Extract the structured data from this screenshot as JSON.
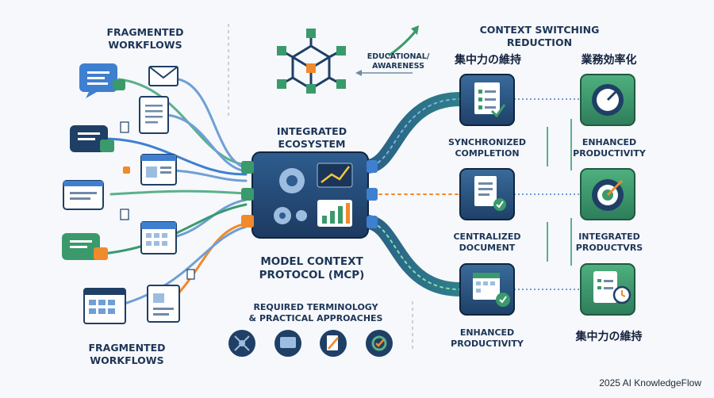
{
  "labels": {
    "fragmented_top": "FRAGMENTED\nWORKFLOWS",
    "fragmented_bottom": "FRAGMENTED\nWORKFLOWS",
    "integrated_ecosystem": "INTEGRATED\nECOSYSTEM",
    "educational_awareness": "EDUCATIONAL/\nAWARENESS",
    "mcp": "MODEL CONTEXT\nPROTOCOL (MCP)",
    "required_terminology": "REQUIRED TERMINOLOGY\n& PRACTICAL APPROACHES",
    "context_switching": "CONTEXT SWITCHING\nREDUCTION",
    "jp_focus_top": "集中力の維持",
    "jp_efficiency": "業務効率化",
    "synchronized_completion": "SYNCHRONIZED\nCOMPLETION",
    "enhanced_productivity_right": "ENHANCED\nPRODUCTIVITY",
    "centralized_document": "CENTRALIZED\nDOCUMENT",
    "integrated_productvrs": "INTEGRATED\nPRODUCTVRS",
    "enhanced_productivity_bottom": "ENHANCED\nPRODUCTIVITY",
    "jp_focus_bottom": "集中力の維持"
  },
  "footer": "2025 AI KnowledgeFlow",
  "colors": {
    "navy": "#1f3f66",
    "teal": "#2f7f8a",
    "green": "#3a9a6b",
    "orange": "#f08a2c",
    "blue": "#3f7fd0",
    "line_blue": "#6f9fd6",
    "line_green": "#5bb08a"
  },
  "icons": {
    "left_sources": [
      "chat-bubble-icon",
      "envelope-icon",
      "document-icon",
      "chat-bubble-icon",
      "browser-window-icon",
      "chat-bubble-icon",
      "calendar-icon",
      "chat-bubble-icon",
      "table-icon",
      "document-icon"
    ],
    "middle_outputs": [
      "checklist-icon",
      "document-check-icon",
      "calendar-check-icon"
    ],
    "right_outcomes": [
      "gauge-gear-icon",
      "target-gear-icon",
      "clipboard-clock-icon"
    ],
    "bottom_row": [
      "network-icon",
      "chat-screen-icon",
      "notepad-icon",
      "settings-check-icon"
    ],
    "top": [
      "cube-network-icon",
      "arrow-trend-icon"
    ]
  }
}
